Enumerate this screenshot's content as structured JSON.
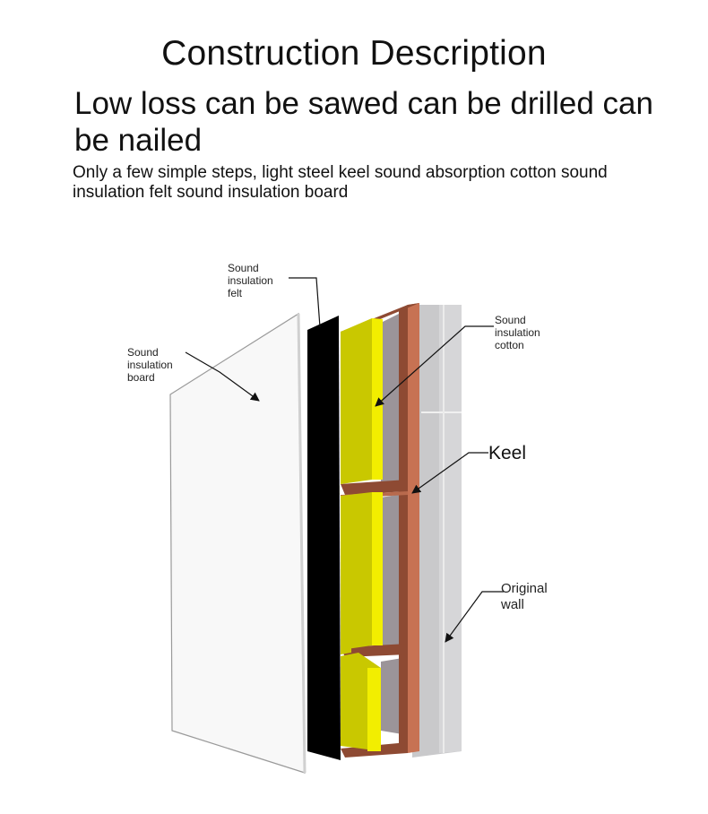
{
  "title": "Construction Description",
  "headline": "Low loss can be sawed can be drilled can be nailed",
  "description": "Only a few simple steps, light steel keel sound absorption cotton sound insulation felt sound insulation board",
  "labels": {
    "felt": "Sound insulation felt",
    "board": "Sound insulation board",
    "cotton": "Sound insulation cotton",
    "keel": "Keel",
    "wall": "Original wall"
  },
  "colors": {
    "board": "#f8f8f8",
    "felt": "#000000",
    "cotton": "#c9c800",
    "cotton_edge": "#f2ee00",
    "keel": "#8e4a33",
    "keel_light": "#c76e4e",
    "wall": "#c8c8ca"
  }
}
